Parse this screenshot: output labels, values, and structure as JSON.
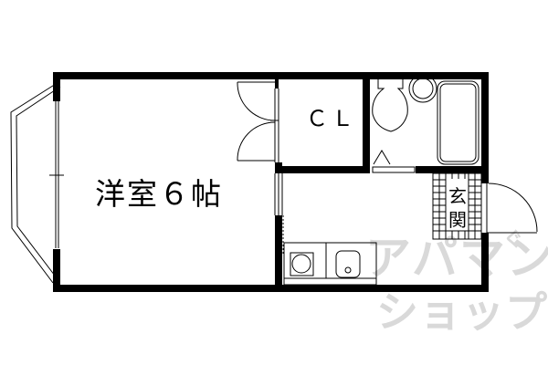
{
  "floor_plan": {
    "rooms": {
      "western_room": {
        "label": "洋室６帖",
        "type": "Western-style room",
        "size_jo": 6
      },
      "closet": {
        "label": "ＣＬ",
        "type": "Closet"
      },
      "bathroom": {
        "label": "",
        "type": "Unit bath (toilet, washbasin, bathtub)"
      },
      "kitchen": {
        "label": "",
        "type": "Kitchen (stove, sink)"
      },
      "entrance": {
        "label_top": "玄",
        "label_bottom": "関",
        "type": "Entrance"
      }
    },
    "features": [
      "bay-window",
      "double-door-closet",
      "entrance-door",
      "stove",
      "sink",
      "toilet",
      "washbasin",
      "bathtub"
    ]
  },
  "watermark": {
    "line1": "アパマン",
    "small": "ぐ",
    "line2": "ショップ",
    "color": "#d9d9d9"
  },
  "colors": {
    "wall": "#000000",
    "background": "#ffffff",
    "watermark": "#d9d9d9"
  }
}
